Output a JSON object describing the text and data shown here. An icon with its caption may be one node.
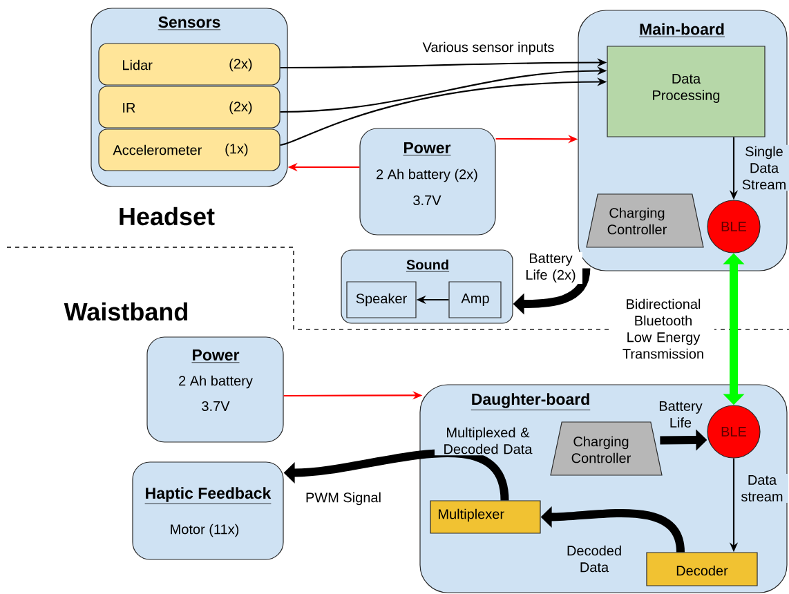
{
  "diagram": {
    "nodes": [
      {
        "text": [
          "Sensors"
        ]
      },
      {
        "text": [
          "Lidar",
          "(2x)"
        ],
        "in": 0
      },
      {
        "text": [
          "IR",
          "(2x)"
        ],
        "in": 0
      },
      {
        "text": [
          "Accelerometer",
          "(1x)"
        ],
        "in": 0
      },
      {
        "text": [
          "Power",
          "2 Ah battery (2x)",
          "3.7V"
        ]
      },
      {
        "text": [
          "Main-board"
        ]
      },
      {
        "text": [
          "Data Processing"
        ],
        "in": 5
      },
      {
        "text": [
          "Charging Controller"
        ],
        "in": 5
      },
      {
        "text": [
          "BLE"
        ],
        "in": 5
      },
      {
        "text": [
          "Sound"
        ]
      },
      {
        "text": [
          "Speaker"
        ],
        "in": 9
      },
      {
        "text": [
          "Amp"
        ],
        "in": 9
      },
      {
        "text": [
          "Power",
          "2 Ah battery",
          "3.7V"
        ]
      },
      {
        "text": [
          "Haptic Feedback",
          "Motor (11x)"
        ]
      },
      {
        "text": [
          "Daughter-board"
        ]
      },
      {
        "text": [
          "Charging Controller"
        ],
        "in": 14
      },
      {
        "text": [
          "BLE"
        ],
        "in": 14
      },
      {
        "text": [
          "Multiplexer"
        ],
        "in": 14
      },
      {
        "text": [
          "Decoder"
        ],
        "in": 14
      }
    ],
    "edges": [
      {
        "from": 1,
        "to": 6,
        "arrow": "to",
        "label": "Various sensor inputs"
      },
      {
        "from": 2,
        "to": 6,
        "arrow": "to"
      },
      {
        "from": 3,
        "to": 6,
        "arrow": "to"
      },
      {
        "from": 4,
        "to": 0,
        "arrow": "to",
        "color": "#ff0000"
      },
      {
        "from": 4,
        "to": 5,
        "arrow": "to",
        "color": "#ff0000"
      },
      {
        "from": 6,
        "to": 8,
        "arrow": "to",
        "label": "Single Data Stream"
      },
      {
        "from": 5,
        "to": 9,
        "arrow": "to",
        "style": "thick",
        "label": "Battery Life (2x)"
      },
      {
        "from": 11,
        "to": 10,
        "arrow": "to"
      },
      {
        "from": 8,
        "to": 16,
        "arrow": "both",
        "style": "thick",
        "color": "#00ff00",
        "label": "Bidirectional Bluetooth Low Energy Transmission"
      },
      {
        "from": 12,
        "to": 14,
        "arrow": "to",
        "color": "#ff0000"
      },
      {
        "from": 15,
        "to": 16,
        "arrow": "to",
        "style": "thick",
        "label": "Battery Life"
      },
      {
        "from": 16,
        "to": 18,
        "arrow": "to",
        "label": "Data stream"
      },
      {
        "from": 18,
        "to": 17,
        "arrow": "to",
        "style": "thick",
        "label": "Decoded Data"
      },
      {
        "from": 17,
        "to": 13,
        "arrow": "to",
        "style": "thick",
        "label": "PWM Signal"
      }
    ],
    "labels": [
      "Headset",
      "Waistband",
      "Multiplexed & Decoded Data"
    ]
  }
}
